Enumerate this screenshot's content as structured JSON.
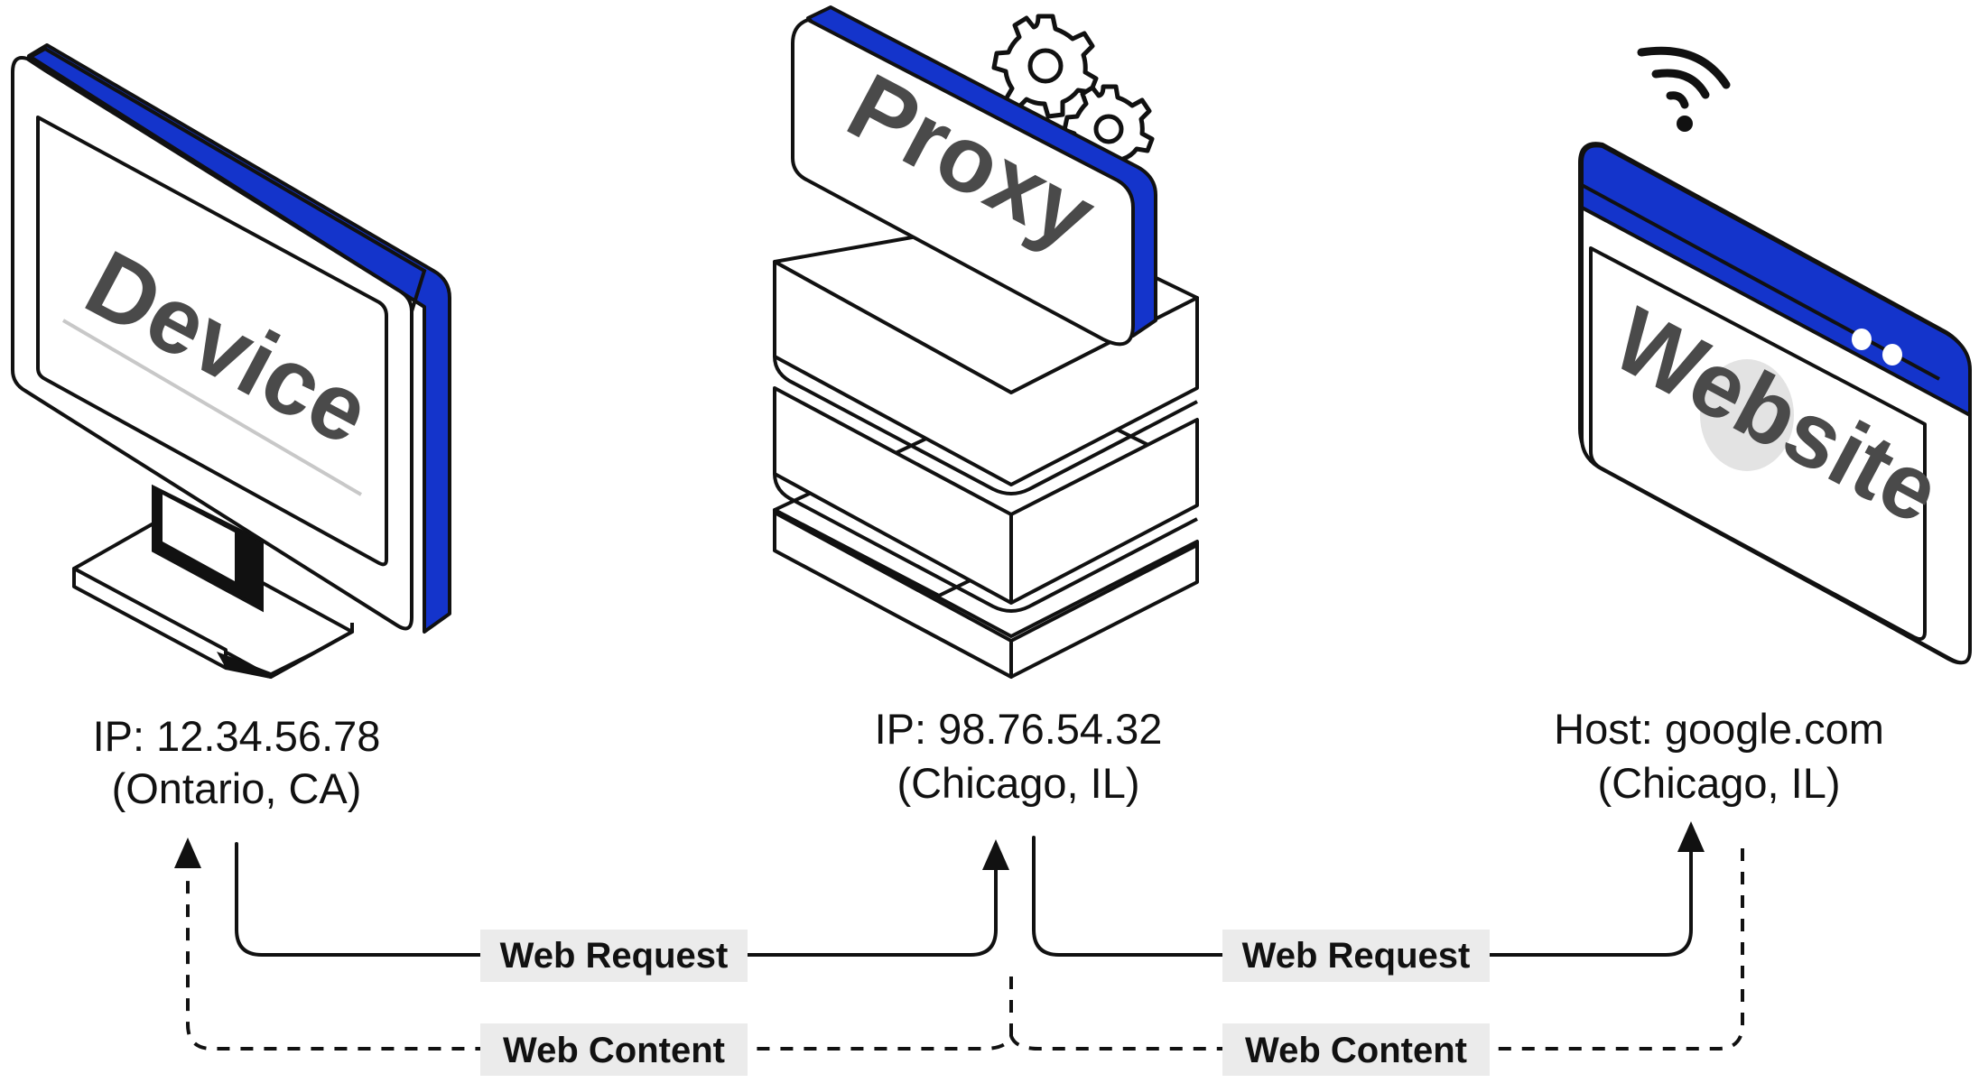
{
  "nodes": {
    "device": {
      "label": "Device",
      "ip": "IP: 12.34.56.78",
      "location": "(Ontario, CA)"
    },
    "proxy": {
      "label": "Proxy",
      "ip": "IP: 98.76.54.32",
      "location": "(Chicago, IL)"
    },
    "website": {
      "label": "Website",
      "host": "Host: google.com",
      "location": "(Chicago, IL)"
    }
  },
  "flows": {
    "request_1": "Web Request",
    "request_2": "Web Request",
    "content_1": "Web Content",
    "content_2": "Web Content"
  },
  "colors": {
    "accent": "#1434cb",
    "outline": "#111111",
    "label_gray": "#4a4a4a",
    "pill_bg": "#ebebeb",
    "screen_highlight": "#e3e3e3"
  },
  "icons": {
    "device": "monitor-icon",
    "proxy": "server-stack-icon",
    "gears": "gears-icon",
    "website": "browser-window-icon",
    "signal": "wifi-signal-icon"
  }
}
